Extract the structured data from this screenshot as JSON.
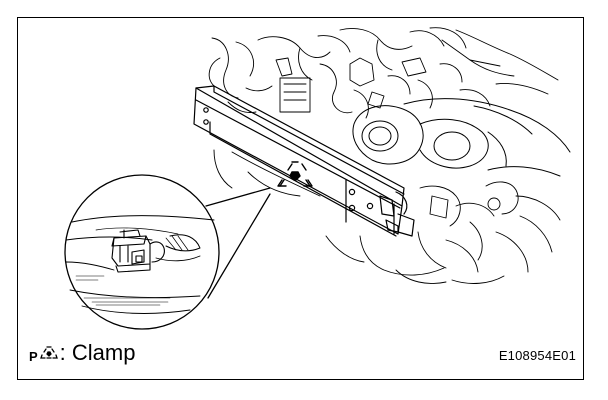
{
  "legend": {
    "letter": "P",
    "symbol": "triangle-clamp-icon",
    "text": ": Clamp"
  },
  "figure_id": "E108954E01",
  "colors": {
    "line": "#000000",
    "background": "#ffffff"
  }
}
